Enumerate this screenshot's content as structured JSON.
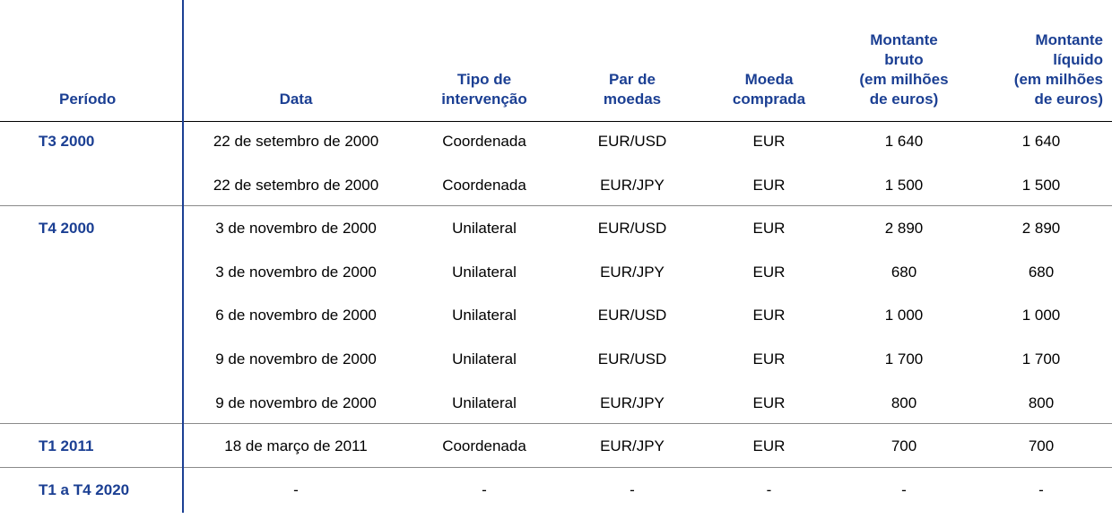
{
  "colors": {
    "header_text": "#1b3f93",
    "period_text": "#1b3f93",
    "body_text": "#000000",
    "rules": "#000000",
    "vertical_rule": "#1b3f93"
  },
  "table": {
    "headers": [
      "Período",
      "Data",
      "Tipo de\nintervenção",
      "Par de\nmoedas",
      "Moeda\ncomprada",
      "Montante\nbruto\n(em milhões\nde euros)",
      "Montante\nlíquido\n(em milhões\nde euros)"
    ],
    "groups": [
      {
        "period": "T3 2000",
        "rows": [
          [
            "22 de setembro de 2000",
            "Coordenada",
            "EUR/USD",
            "EUR",
            "1 640",
            "1 640"
          ],
          [
            "22 de setembro de 2000",
            "Coordenada",
            "EUR/JPY",
            "EUR",
            "1 500",
            "1 500"
          ]
        ]
      },
      {
        "period": "T4 2000",
        "rows": [
          [
            "3 de novembro de 2000",
            "Unilateral",
            "EUR/USD",
            "EUR",
            "2 890",
            "2 890"
          ],
          [
            "3 de novembro de 2000",
            "Unilateral",
            "EUR/JPY",
            "EUR",
            "680",
            "680"
          ],
          [
            "6 de novembro de 2000",
            "Unilateral",
            "EUR/USD",
            "EUR",
            "1 000",
            "1 000"
          ],
          [
            "9 de novembro de 2000",
            "Unilateral",
            "EUR/USD",
            "EUR",
            "1 700",
            "1 700"
          ],
          [
            "9 de novembro de 2000",
            "Unilateral",
            "EUR/JPY",
            "EUR",
            "800",
            "800"
          ]
        ]
      },
      {
        "period": "T1 2011",
        "rows": [
          [
            "18 de março de 2011",
            "Coordenada",
            "EUR/JPY",
            "EUR",
            "700",
            "700"
          ]
        ]
      },
      {
        "period": "T1 a T4 2020",
        "rows": [
          [
            "-",
            "-",
            "-",
            "-",
            "-",
            "-"
          ]
        ]
      }
    ]
  }
}
